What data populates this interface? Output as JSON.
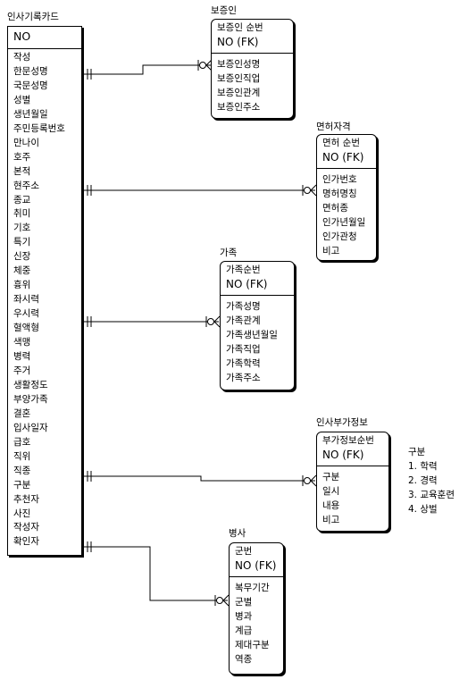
{
  "main": {
    "title": "인사기록카드",
    "pk": [
      "NO"
    ],
    "attributes": [
      "작성",
      "한문성명",
      "국문성명",
      "성별",
      "생년월일",
      "주민등록번호",
      "만나이",
      "호주",
      "본적",
      "현주소",
      "종교",
      "취미",
      "기호",
      "특기",
      "신장",
      "체중",
      "흉위",
      "좌시력",
      "우시력",
      "혈액형",
      "색맹",
      "병력",
      "주거",
      "생활정도",
      "부양가족",
      "결혼",
      "입사일자",
      "급호",
      "직위",
      "직종",
      "구분",
      "추천자",
      "사진",
      "작성자",
      "확인자"
    ]
  },
  "entities": [
    {
      "id": "guarantor",
      "title": "보증인",
      "pk": [
        "보증인 순번",
        "NO (FK)"
      ],
      "attributes": [
        "보증인성명",
        "보증인직업",
        "보증인관계",
        "보증인주소"
      ]
    },
    {
      "id": "license",
      "title": "면허자격",
      "pk": [
        "면허 순번",
        "NO (FK)"
      ],
      "attributes": [
        "인가번호",
        "명허명칭",
        "면허종",
        "인가년월일",
        "인가관청",
        "비고"
      ]
    },
    {
      "id": "family",
      "title": "가족",
      "pk": [
        "가족순번",
        "NO (FK)"
      ],
      "attributes": [
        "가족성명",
        "가족관계",
        "가족생년월일",
        "가족직업",
        "가족학력",
        "가족주소"
      ]
    },
    {
      "id": "extra",
      "title": "인사부가정보",
      "pk": [
        "부가정보순번",
        "NO (FK)"
      ],
      "attributes": [
        "구분",
        "일시",
        "내용",
        "비고"
      ]
    },
    {
      "id": "military",
      "title": "병사",
      "pk": [
        "군번",
        "NO (FK)"
      ],
      "attributes": [
        "복무기간",
        "군별",
        "병과",
        "계급",
        "제대구분",
        "역종"
      ]
    }
  ],
  "note": {
    "title": "구분",
    "items": [
      "1. 학력",
      "2. 경력",
      "3. 교육훈련",
      "4. 상벌"
    ]
  },
  "colors": {
    "line": "#000000",
    "background": "#ffffff"
  }
}
